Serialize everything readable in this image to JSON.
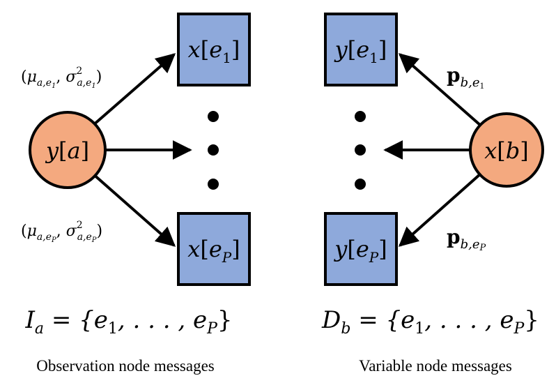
{
  "left": {
    "source_node": {
      "base": "y",
      "arg": "a"
    },
    "targets": [
      {
        "base": "x",
        "arg": "e",
        "sub": "1"
      },
      {
        "base": "x",
        "arg": "e",
        "sub": "P"
      }
    ],
    "edge_labels": [
      {
        "mu": "μ",
        "mu_sub": "a,e",
        "mu_subsub": "1",
        "sigma": "σ",
        "sigma_sup": "2",
        "sigma_sub": "a,e",
        "sigma_subsub": "1"
      },
      {
        "mu": "μ",
        "mu_sub": "a,e",
        "mu_subsub": "P",
        "sigma": "σ",
        "sigma_sup": "2",
        "sigma_sub": "a,e",
        "sigma_subsub": "P"
      }
    ],
    "set_eq": {
      "lhs": "I",
      "lhs_sub": "a",
      "rhs_a": "{e",
      "rhs_a_sub": "1",
      "rhs_b": ", . . . , e",
      "rhs_b_sub": "P",
      "rhs_c": "}"
    },
    "caption": "Observation node messages"
  },
  "right": {
    "source_node": {
      "base": "x",
      "arg": "b"
    },
    "targets": [
      {
        "base": "y",
        "arg": "e",
        "sub": "1"
      },
      {
        "base": "y",
        "arg": "e",
        "sub": "P"
      }
    ],
    "edge_labels": [
      {
        "p": "p",
        "p_sub": "b,e",
        "p_subsub": "1"
      },
      {
        "p": "p",
        "p_sub": "b,e",
        "p_subsub": "P"
      }
    ],
    "set_eq": {
      "lhs": "D",
      "lhs_sub": "b",
      "rhs_a": "{e",
      "rhs_a_sub": "1",
      "rhs_b": ", . . . , e",
      "rhs_b_sub": "P",
      "rhs_c": "}"
    },
    "caption": "Variable node messages"
  },
  "colors": {
    "circle_fill": "#F4A97F",
    "square_fill": "#8EA9DB",
    "stroke": "#000000"
  }
}
